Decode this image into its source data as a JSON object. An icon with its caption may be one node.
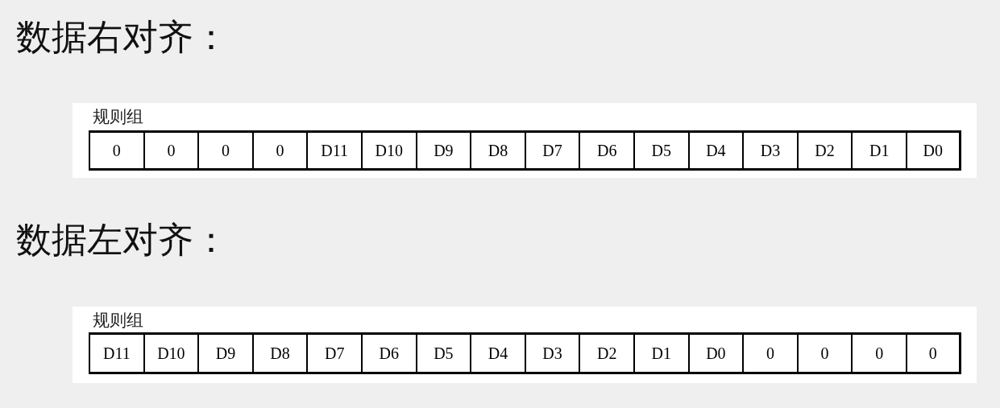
{
  "diagram": {
    "labels": [
      "数据右对齐：",
      "规则组",
      "0",
      "0",
      "0",
      "0",
      "D11",
      "D10",
      "D9",
      "D8",
      "D7",
      "D6",
      "D5",
      "D4",
      "D3",
      "D2",
      "D1",
      "D0",
      "数据左对齐：",
      "规则组",
      "D11",
      "D10",
      "D9",
      "D8",
      "D7",
      "D6",
      "D5",
      "D4",
      "D3",
      "D2",
      "D1",
      "D0",
      "0",
      "0",
      "0",
      "0"
    ]
  }
}
